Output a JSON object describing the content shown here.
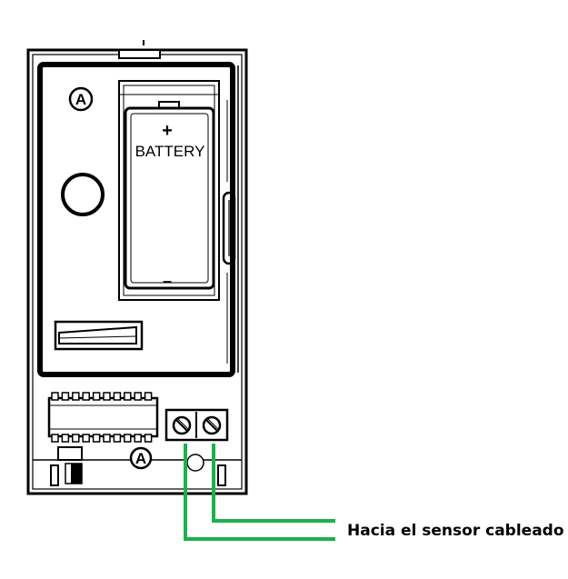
{
  "battery": {
    "plus": "+",
    "label": "BATTERY",
    "minus": "–"
  },
  "markers": {
    "top_letter": "A",
    "bottom_letter": "A"
  },
  "callout": {
    "text": "Hacia el sensor cableado"
  },
  "colors": {
    "wire": "#1db04b",
    "outline": "#000000"
  }
}
